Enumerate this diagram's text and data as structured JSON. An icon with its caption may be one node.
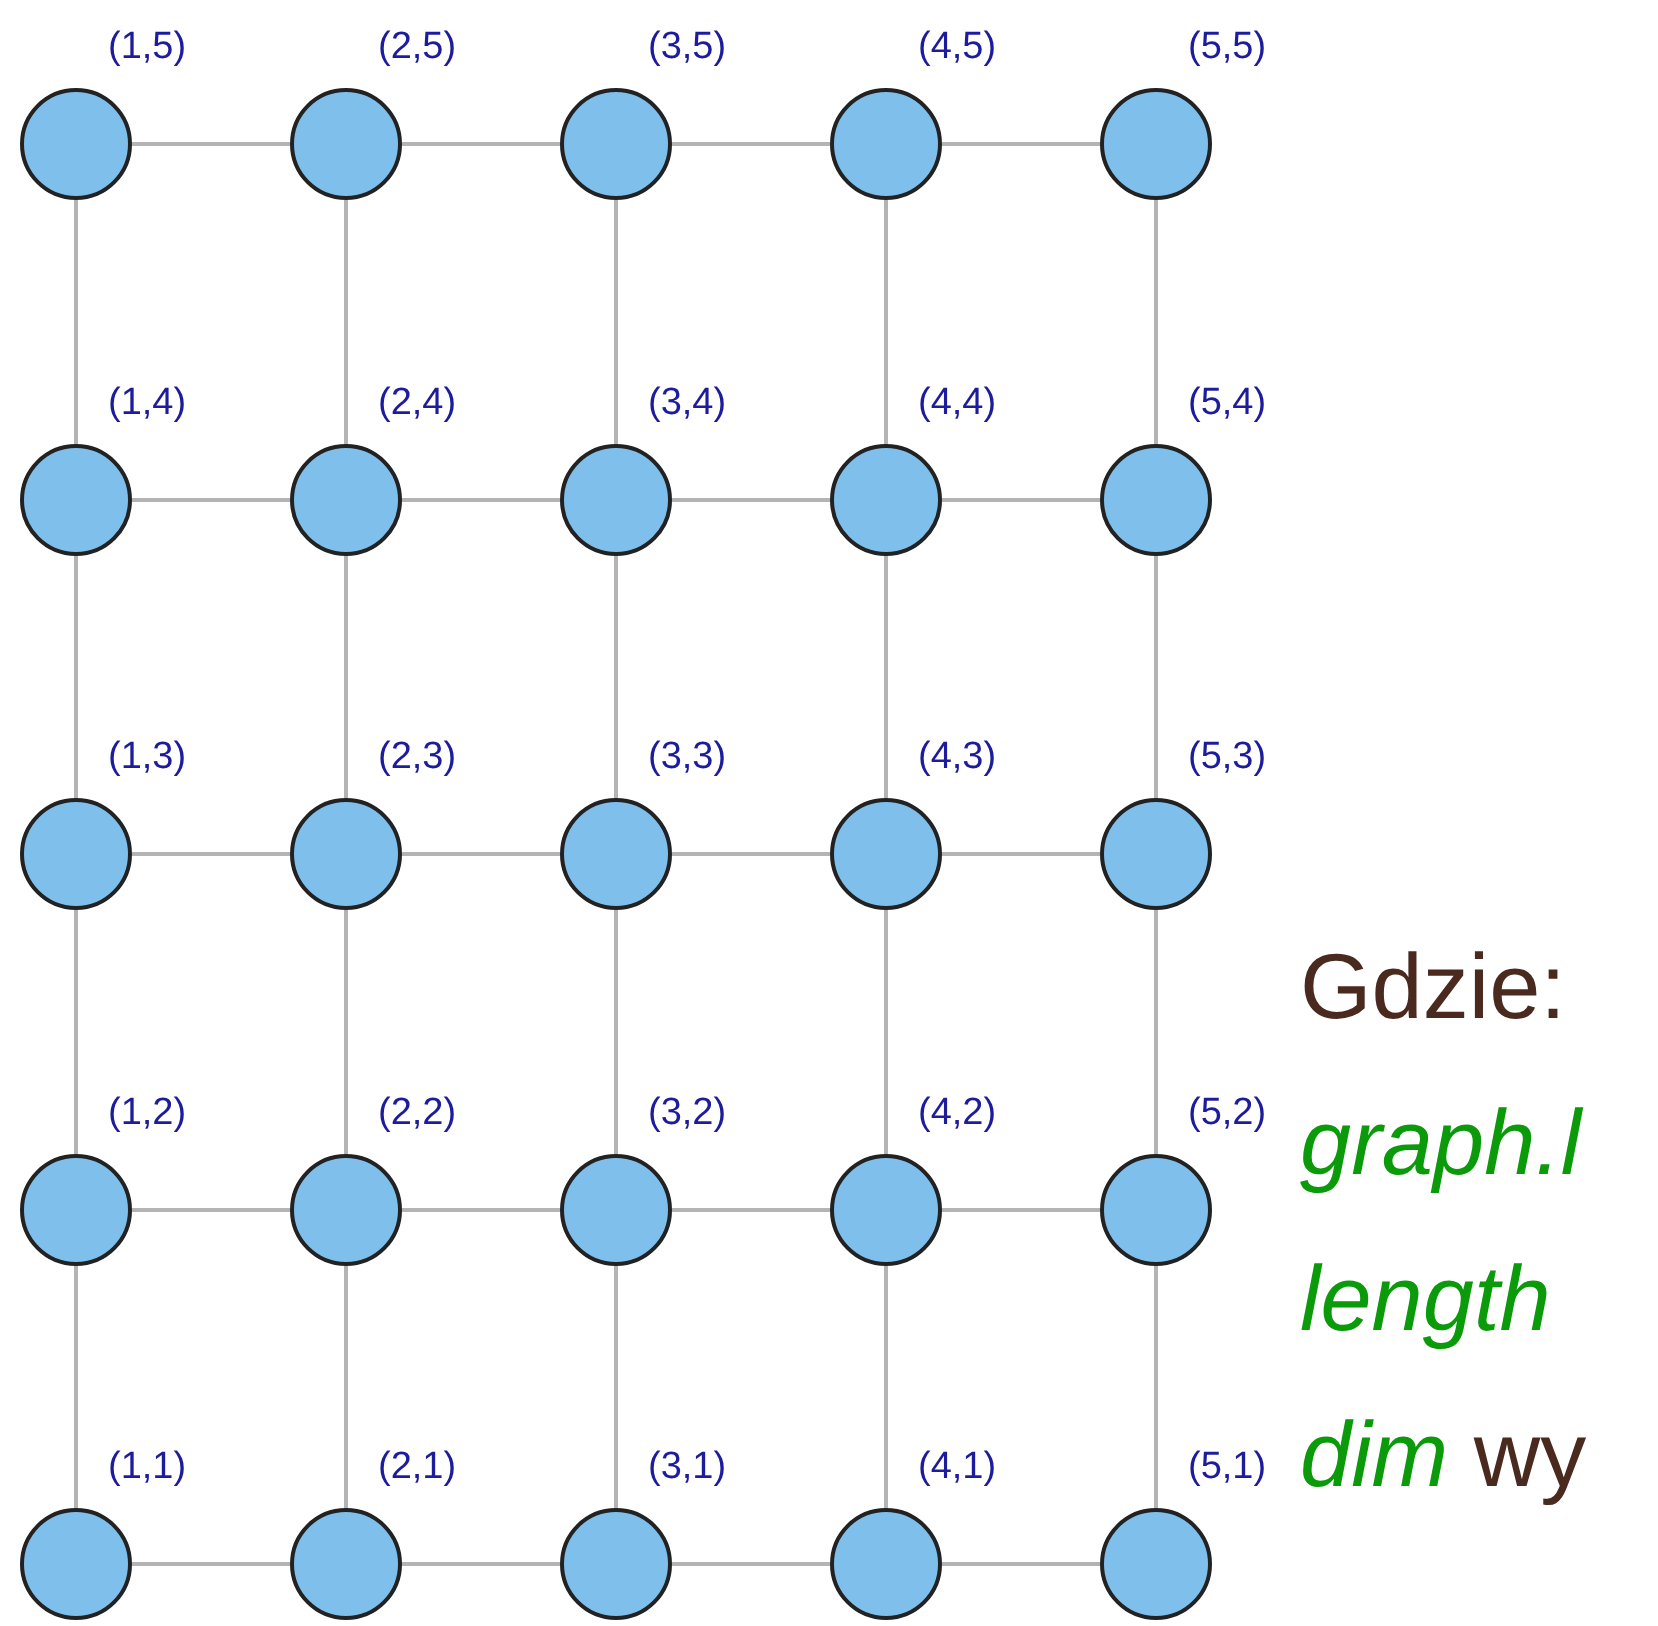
{
  "diagram": {
    "nodes": [
      {
        "text": [],
        "shape": "circle",
        "beside": [
          "(1,5)"
        ]
      },
      {
        "text": [],
        "shape": "circle",
        "beside": [
          "(2,5)"
        ]
      },
      {
        "text": [],
        "shape": "circle",
        "beside": [
          "(3,5)"
        ]
      },
      {
        "text": [],
        "shape": "circle",
        "beside": [
          "(4,5)"
        ]
      },
      {
        "text": [],
        "shape": "circle",
        "beside": [
          "(5,5)"
        ]
      },
      {
        "text": [],
        "shape": "circle",
        "beside": [
          "(1,4)"
        ]
      },
      {
        "text": [],
        "shape": "circle",
        "beside": [
          "(2,4)"
        ]
      },
      {
        "text": [],
        "shape": "circle",
        "beside": [
          "(3,4)"
        ]
      },
      {
        "text": [],
        "shape": "circle",
        "beside": [
          "(4,4)"
        ]
      },
      {
        "text": [],
        "shape": "circle",
        "beside": [
          "(5,4)"
        ]
      },
      {
        "text": [],
        "shape": "circle",
        "beside": [
          "(1,3)"
        ]
      },
      {
        "text": [],
        "shape": "circle",
        "beside": [
          "(2,3)"
        ]
      },
      {
        "text": [],
        "shape": "circle",
        "beside": [
          "(3,3)"
        ]
      },
      {
        "text": [],
        "shape": "circle",
        "beside": [
          "(4,3)"
        ]
      },
      {
        "text": [],
        "shape": "circle",
        "beside": [
          "(5,3)"
        ]
      },
      {
        "text": [],
        "shape": "circle",
        "beside": [
          "(1,2)"
        ]
      },
      {
        "text": [],
        "shape": "circle",
        "beside": [
          "(2,2)"
        ]
      },
      {
        "text": [],
        "shape": "circle",
        "beside": [
          "(3,2)"
        ]
      },
      {
        "text": [],
        "shape": "circle",
        "beside": [
          "(4,2)"
        ]
      },
      {
        "text": [],
        "shape": "circle",
        "beside": [
          "(5,2)"
        ]
      },
      {
        "text": [],
        "shape": "circle",
        "beside": [
          "(1,1)"
        ]
      },
      {
        "text": [],
        "shape": "circle",
        "beside": [
          "(2,1)"
        ]
      },
      {
        "text": [],
        "shape": "circle",
        "beside": [
          "(3,1)"
        ]
      },
      {
        "text": [],
        "shape": "circle",
        "beside": [
          "(4,1)"
        ]
      },
      {
        "text": [],
        "shape": "circle",
        "beside": [
          "(5,1)"
        ]
      }
    ],
    "edges": [
      {
        "from": 0,
        "to": 1,
        "arrow": "none"
      },
      {
        "from": 1,
        "to": 2,
        "arrow": "none"
      },
      {
        "from": 2,
        "to": 3,
        "arrow": "none"
      },
      {
        "from": 3,
        "to": 4,
        "arrow": "none"
      },
      {
        "from": 5,
        "to": 6,
        "arrow": "none"
      },
      {
        "from": 6,
        "to": 7,
        "arrow": "none"
      },
      {
        "from": 7,
        "to": 8,
        "arrow": "none"
      },
      {
        "from": 8,
        "to": 9,
        "arrow": "none"
      },
      {
        "from": 10,
        "to": 11,
        "arrow": "none"
      },
      {
        "from": 11,
        "to": 12,
        "arrow": "none"
      },
      {
        "from": 12,
        "to": 13,
        "arrow": "none"
      },
      {
        "from": 13,
        "to": 14,
        "arrow": "none"
      },
      {
        "from": 15,
        "to": 16,
        "arrow": "none"
      },
      {
        "from": 16,
        "to": 17,
        "arrow": "none"
      },
      {
        "from": 17,
        "to": 18,
        "arrow": "none"
      },
      {
        "from": 18,
        "to": 19,
        "arrow": "none"
      },
      {
        "from": 20,
        "to": 21,
        "arrow": "none"
      },
      {
        "from": 21,
        "to": 22,
        "arrow": "none"
      },
      {
        "from": 22,
        "to": 23,
        "arrow": "none"
      },
      {
        "from": 23,
        "to": 24,
        "arrow": "none"
      },
      {
        "from": 0,
        "to": 5,
        "arrow": "none"
      },
      {
        "from": 5,
        "to": 10,
        "arrow": "none"
      },
      {
        "from": 10,
        "to": 15,
        "arrow": "none"
      },
      {
        "from": 15,
        "to": 20,
        "arrow": "none"
      },
      {
        "from": 1,
        "to": 6,
        "arrow": "none"
      },
      {
        "from": 6,
        "to": 11,
        "arrow": "none"
      },
      {
        "from": 11,
        "to": 16,
        "arrow": "none"
      },
      {
        "from": 16,
        "to": 21,
        "arrow": "none"
      },
      {
        "from": 2,
        "to": 7,
        "arrow": "none"
      },
      {
        "from": 7,
        "to": 12,
        "arrow": "none"
      },
      {
        "from": 12,
        "to": 17,
        "arrow": "none"
      },
      {
        "from": 17,
        "to": 22,
        "arrow": "none"
      },
      {
        "from": 3,
        "to": 8,
        "arrow": "none"
      },
      {
        "from": 8,
        "to": 13,
        "arrow": "none"
      },
      {
        "from": 13,
        "to": 18,
        "arrow": "none"
      },
      {
        "from": 18,
        "to": 23,
        "arrow": "none"
      },
      {
        "from": 4,
        "to": 9,
        "arrow": "none"
      },
      {
        "from": 9,
        "to": 14,
        "arrow": "none"
      },
      {
        "from": 14,
        "to": 19,
        "arrow": "none"
      },
      {
        "from": 19,
        "to": 24,
        "arrow": "none"
      }
    ],
    "labels": [
      "Gdzie:",
      "graph.l",
      "length",
      "*dim* wy"
    ]
  }
}
